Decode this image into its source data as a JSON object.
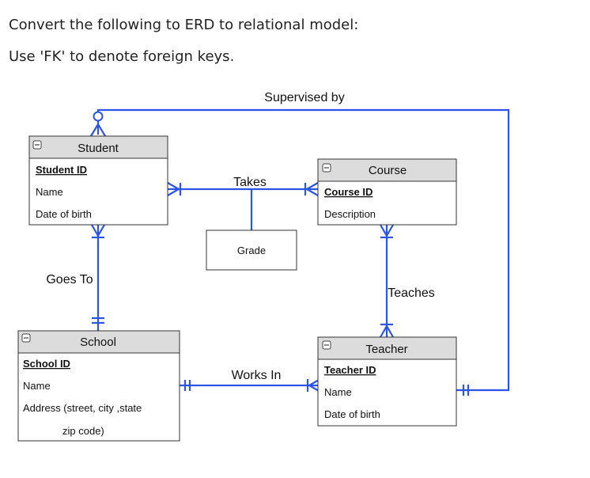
{
  "question": {
    "line1": "Convert the following to ERD to relational model:",
    "line2": "Use 'FK' to denote foreign keys."
  },
  "diagram": {
    "line_color": "#2b55e6",
    "header_color": "#dcdcdc",
    "entities": {
      "student": {
        "title": "Student",
        "attributes": [
          "Student ID",
          "Name",
          "Date of birth"
        ]
      },
      "course": {
        "title": "Course",
        "attributes": [
          "Course ID",
          "Description"
        ]
      },
      "school": {
        "title": "School",
        "attributes": [
          "School ID",
          "Name",
          "Address (street, city ,state",
          "zip code)"
        ]
      },
      "teacher": {
        "title": "Teacher",
        "attributes": [
          "Teacher ID",
          "Name",
          "Date of birth"
        ]
      }
    },
    "associative": {
      "grade": "Grade"
    },
    "relationships": {
      "supervised_by": "Supervised by",
      "takes": "Takes",
      "goes_to": "Goes To",
      "teaches": "Teaches",
      "works_in": "Works In"
    }
  }
}
